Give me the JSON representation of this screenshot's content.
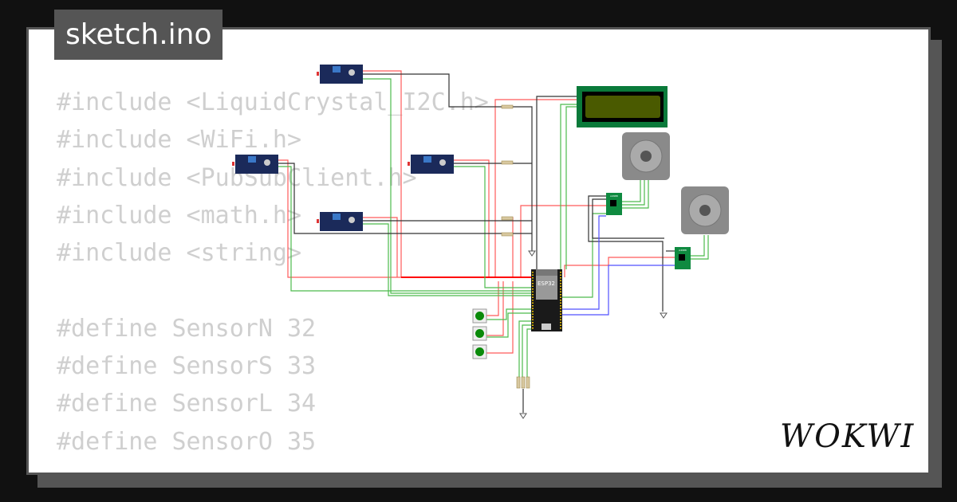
{
  "tab": {
    "title": "sketch.ino"
  },
  "code_lines": [
    "#include <LiquidCrystal_I2C.h>",
    "#include <WiFi.h>",
    "#include <PubSubClient.h>",
    "#include <math.h>",
    "#include <string>",
    "",
    "#define SensorN 32",
    "#define SensorS 33",
    "#define SensorL 34",
    "#define SensorO 35"
  ],
  "circuit": {
    "mcu_label": "ESP32",
    "driver_label": "A4988",
    "colors": {
      "wire_red": "#ff0000",
      "wire_green": "#3cb043",
      "wire_black": "#222222",
      "wire_blue": "#4040ff",
      "board_blue": "#1b2a5a",
      "lcd_green": "#0a7a3a"
    }
  },
  "brand": {
    "logo": "WOKWI"
  }
}
